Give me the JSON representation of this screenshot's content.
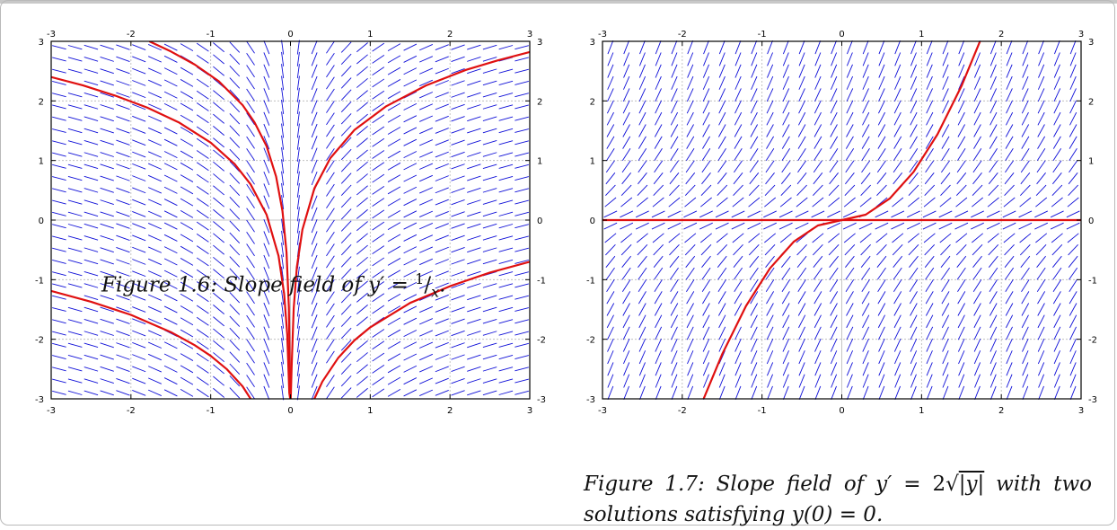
{
  "chart_data": [
    {
      "type": "line",
      "subtype": "slope_field",
      "xlim": [
        -3,
        3
      ],
      "ylim": [
        -3,
        3
      ],
      "x_ticks": [
        "-3",
        "-2",
        "-1",
        "0",
        "1",
        "2",
        "3"
      ],
      "y_ticks": [
        "-3",
        "-2",
        "-1",
        "0",
        "1",
        "2",
        "3"
      ],
      "grid": true,
      "field_color": "#1010d8",
      "series_color": "#e01010",
      "series": [
        {
          "x": [
            -1.77,
            -1.5,
            -1.2,
            -0.9,
            -0.6,
            -0.45,
            -0.3,
            -0.18,
            -0.1,
            -0.05,
            -0.02,
            -0.005
          ],
          "y": [
            3.0,
            2.83,
            2.61,
            2.33,
            1.93,
            1.64,
            1.24,
            0.73,
            0.15,
            -0.54,
            -1.46,
            -2.85
          ]
        },
        {
          "x": [
            -3.0,
            -2.6,
            -2.2,
            -1.8,
            -1.4,
            -1.0,
            -0.7,
            -0.5,
            -0.3,
            -0.15,
            -0.08,
            -0.04,
            -0.015,
            -0.003
          ],
          "y": [
            2.4,
            2.26,
            2.09,
            1.89,
            1.64,
            1.3,
            0.94,
            0.6,
            0.09,
            -0.6,
            -1.23,
            -1.92,
            -2.9,
            -3.0
          ]
        },
        {
          "x": [
            -3.0,
            -2.5,
            -2.0,
            -1.5,
            -1.2,
            -1.0,
            -0.8,
            -0.6,
            -0.5
          ],
          "y": [
            -1.19,
            -1.37,
            -1.59,
            -1.88,
            -2.1,
            -2.28,
            -2.5,
            -2.79,
            -3.0
          ]
        },
        {
          "x": [
            0.003,
            0.015,
            0.04,
            0.08,
            0.15,
            0.3,
            0.5,
            0.8,
            1.2,
            1.7,
            2.2,
            2.6,
            3.0
          ],
          "y": [
            -3.0,
            -2.46,
            -1.48,
            -0.79,
            -0.16,
            0.53,
            1.04,
            1.51,
            1.91,
            2.26,
            2.52,
            2.68,
            2.82
          ]
        },
        {
          "x": [
            0.3,
            0.4,
            0.6,
            0.8,
            1.0,
            1.5,
            2.0,
            2.5,
            3.0
          ],
          "y": [
            -3.0,
            -2.71,
            -2.31,
            -2.02,
            -1.8,
            -1.39,
            -1.11,
            -0.88,
            -0.7
          ]
        }
      ]
    },
    {
      "type": "line",
      "subtype": "slope_field",
      "xlim": [
        -3,
        3
      ],
      "ylim": [
        -3,
        3
      ],
      "x_ticks": [
        "-3",
        "-2",
        "-1",
        "0",
        "1",
        "2",
        "3"
      ],
      "y_ticks": [
        "-3",
        "-2",
        "-1",
        "0",
        "1",
        "2",
        "3"
      ],
      "grid": true,
      "field_color": "#1010d8",
      "series_color": "#e01010",
      "series": [
        {
          "x": [
            -3,
            3
          ],
          "y": [
            0,
            0
          ]
        },
        {
          "x": [
            -1.732,
            -1.5,
            -1.2,
            -0.9,
            -0.6,
            -0.3,
            0,
            0.3,
            0.6,
            0.9,
            1.2,
            1.5,
            1.732
          ],
          "y": [
            -3.0,
            -2.25,
            -1.44,
            -0.81,
            -0.36,
            -0.09,
            0,
            0.09,
            0.36,
            0.81,
            1.44,
            2.25,
            3.0
          ]
        }
      ]
    }
  ],
  "captions": {
    "fig1": {
      "prefix": "Figure 1.6:  Slope field of ",
      "eq_y": "y",
      "eq_prime": "′",
      "eq_equals": " = ",
      "eq_num": "1",
      "eq_slash": "/",
      "eq_den": "x",
      "suffix": "."
    },
    "fig2": {
      "w1": "Figure",
      "w2": "1.7:",
      "w3": "Slope",
      "w4": "field",
      "w5": "of",
      "w6": "y′",
      "w7": "=",
      "w8_coef": "2",
      "w8_root": "√",
      "w8_rad": "|y|",
      "w9": "with",
      "w10": "two",
      "line2_prefix": "solutions satisfying ",
      "line2_eq": "y(0) = 0",
      "line2_suffix": "."
    }
  }
}
